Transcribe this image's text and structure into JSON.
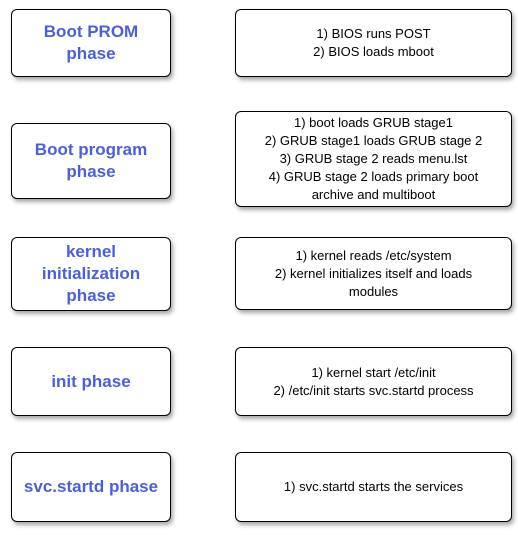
{
  "colors": {
    "phase_text": "#4a5ee0",
    "border": "#000000"
  },
  "phases": [
    {
      "name": "Boot PROM\nphase",
      "steps": [
        "1) BIOS runs POST",
        "2) BIOS loads mboot"
      ]
    },
    {
      "name": "Boot program\nphase",
      "steps": [
        "1) boot loads GRUB stage1",
        "2) GRUB stage1 loads GRUB stage 2",
        "3) GRUB stage 2 reads menu.lst",
        "4) GRUB stage 2 loads primary boot",
        "archive and multiboot"
      ]
    },
    {
      "name": "kernel\ninitialization\nphase",
      "steps": [
        "1) kernel reads /etc/system",
        "2) kernel initializes itself and loads",
        "modules"
      ]
    },
    {
      "name": "init phase",
      "steps": [
        "1) kernel start /etc/init",
        "2) /etc/init starts svc.startd process"
      ]
    },
    {
      "name": "svc.startd phase",
      "steps": [
        "1) svc.startd starts the services"
      ]
    }
  ]
}
